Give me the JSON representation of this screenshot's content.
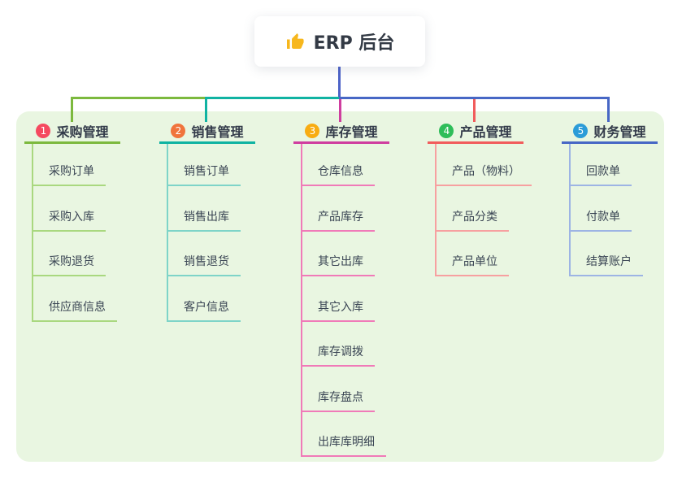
{
  "root": {
    "label": "ERP 后台",
    "icon": "thumbs-up"
  },
  "colors": {
    "panel_bg": "#e9f6e1",
    "root_line": "#4d63c8",
    "text": "#3a4554",
    "root_box_bg": "#ffffff",
    "thumb_icon": "#f7b71d"
  },
  "branches": [
    {
      "num": "1",
      "label": "采购管理",
      "badge_color": "#f5495f",
      "line_color": "#7cb93e",
      "child_line_color": "#a9d87f",
      "children": [
        "采购订单",
        "采购入库",
        "采购退货",
        "供应商信息"
      ]
    },
    {
      "num": "2",
      "label": "销售管理",
      "badge_color": "#f0743c",
      "line_color": "#10b3a2",
      "child_line_color": "#7ed4c8",
      "children": [
        "销售订单",
        "销售出库",
        "销售退货",
        "客户信息"
      ]
    },
    {
      "num": "3",
      "label": "库存管理",
      "badge_color": "#f8ac12",
      "line_color": "#cf3e9f",
      "child_line_color": "#f07ab8",
      "children": [
        "仓库信息",
        "产品库存",
        "其它出库",
        "其它入库",
        "库存调拨",
        "库存盘点",
        "出库库明细"
      ]
    },
    {
      "num": "4",
      "label": "产品管理",
      "badge_color": "#2ebd59",
      "line_color": "#f15c5c",
      "child_line_color": "#f7a0a0",
      "children": [
        "产品（物料）",
        "产品分类",
        "产品单位"
      ]
    },
    {
      "num": "5",
      "label": "财务管理",
      "badge_color": "#2b9cd8",
      "line_color": "#4767c5",
      "child_line_color": "#9db4e4",
      "children": [
        "回款单",
        "付款单",
        "结算账户"
      ]
    }
  ]
}
